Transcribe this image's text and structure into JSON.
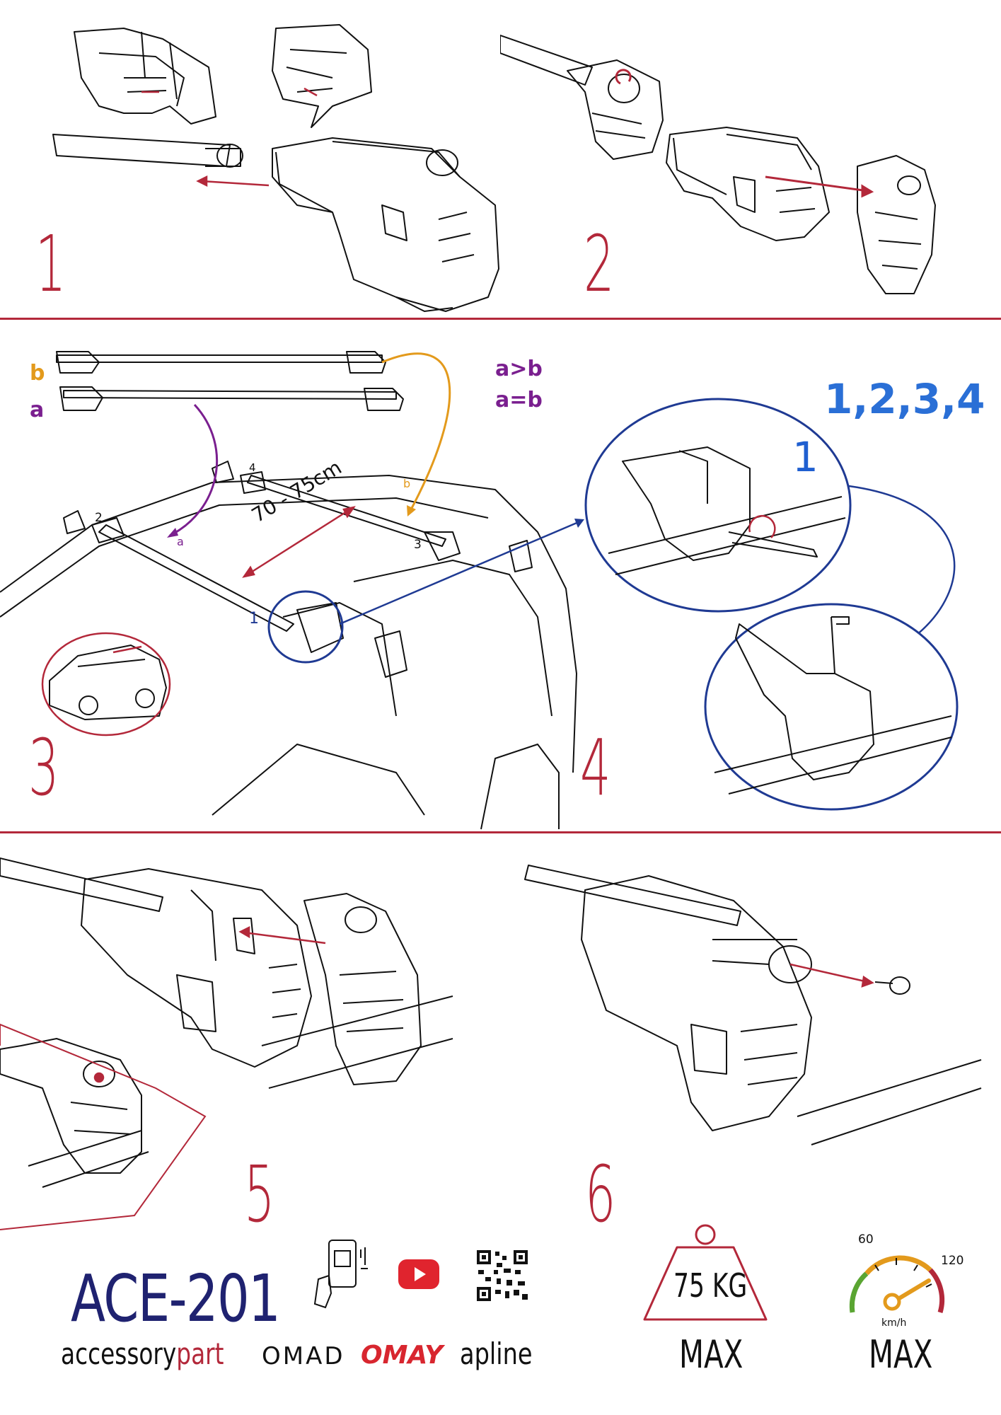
{
  "steps": [
    {
      "number": "1"
    },
    {
      "number": "2"
    },
    {
      "number": "3"
    },
    {
      "number": "4"
    },
    {
      "number": "5"
    },
    {
      "number": "6"
    }
  ],
  "step3": {
    "bar_b_label": "b",
    "bar_a_label": "a",
    "compare_gt": "a>b",
    "compare_eq": "a=b",
    "distance": "70 - 75cm",
    "foot_labels": [
      "1",
      "2",
      "3",
      "4"
    ],
    "arc_label_a": "a",
    "arc_label_b": "b"
  },
  "step4": {
    "sequence": "1,2,3,4",
    "zoom_number": "1"
  },
  "brand_marking": "apline",
  "footer": {
    "model": "ACE-201",
    "brand_accessory_a": "accessory",
    "brand_accessory_b": "part",
    "brand_omad": "OMAD",
    "brand_omay": "OMAY",
    "brand_apline": "apline",
    "weight_value": "75 KG",
    "weight_max": "MAX",
    "speed_low": "60",
    "speed_high": "120",
    "speed_unit": "km/h",
    "speed_max": "MAX"
  },
  "colors": {
    "accent_red": "#b3283a",
    "orange": "#e39a1c",
    "purple": "#7a1f8f",
    "blue_zoom": "#1f3a93",
    "blue_seq": "#2a6fd6",
    "gray_seq": "#888888",
    "navy_model": "#1f2270",
    "youtube": "#e0242e"
  },
  "icons": [
    "phone-qr-scan-icon",
    "youtube-icon",
    "qr-code-icon",
    "weight-icon",
    "speedometer-icon"
  ]
}
